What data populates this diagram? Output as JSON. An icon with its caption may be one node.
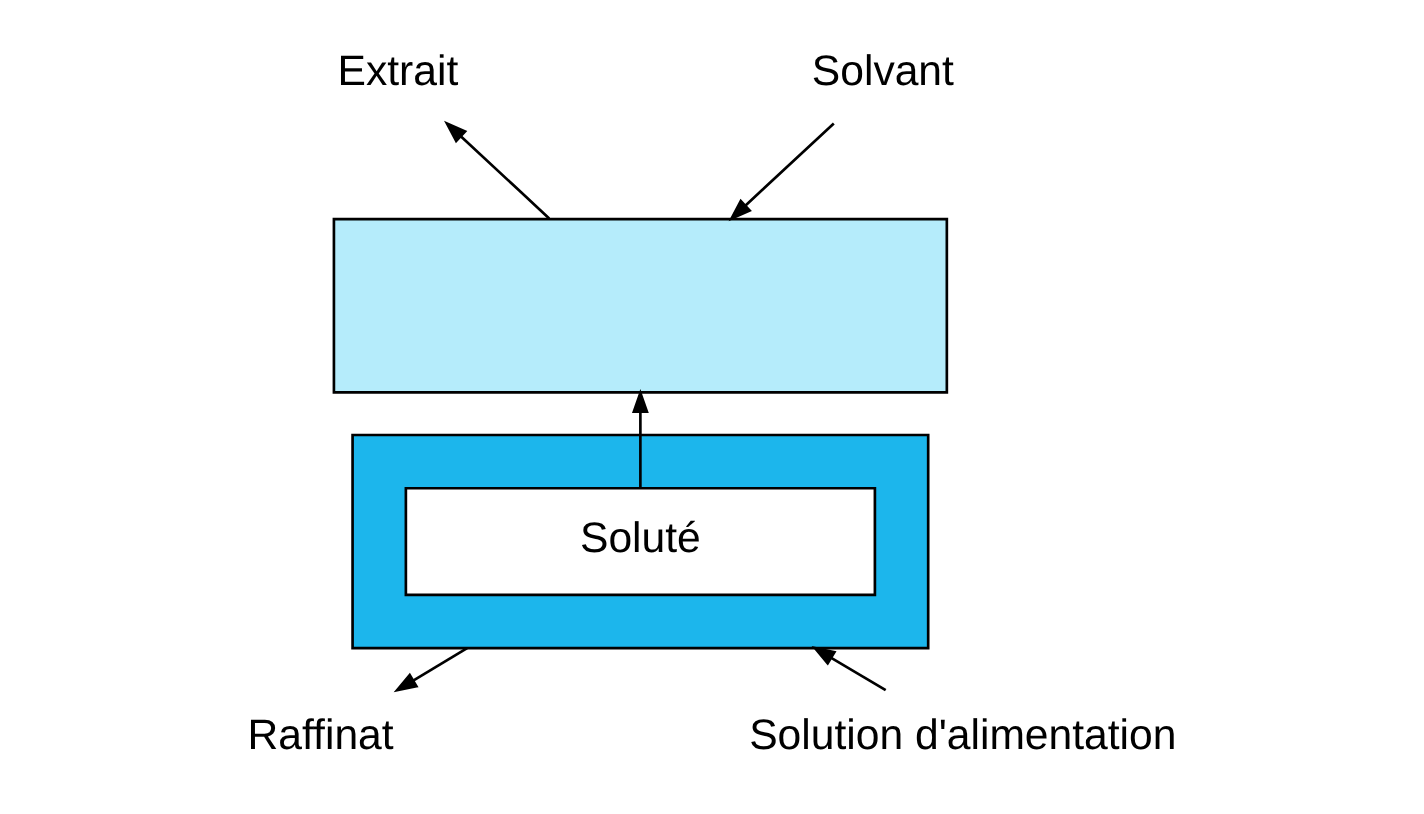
{
  "diagram": {
    "nodes": [
      {
        "text": [
          "Extrait"
        ]
      },
      {
        "text": [
          "Solvant"
        ]
      },
      {
        "text": [],
        "shape": "box"
      },
      {
        "text": [],
        "shape": "box"
      },
      {
        "text": [
          "Soluté"
        ],
        "in": 3
      },
      {
        "text": [
          "Raffinat"
        ]
      },
      {
        "text": [
          "Solution d'alimentation"
        ]
      }
    ],
    "edges": [
      {
        "from": 2,
        "to": 0,
        "arrow": "to"
      },
      {
        "from": 1,
        "to": 2,
        "arrow": "to"
      },
      {
        "from": 4,
        "to": 2,
        "arrow": "to"
      },
      {
        "from": 3,
        "to": 5,
        "arrow": "to"
      },
      {
        "from": 6,
        "to": 3,
        "arrow": "to"
      }
    ]
  }
}
